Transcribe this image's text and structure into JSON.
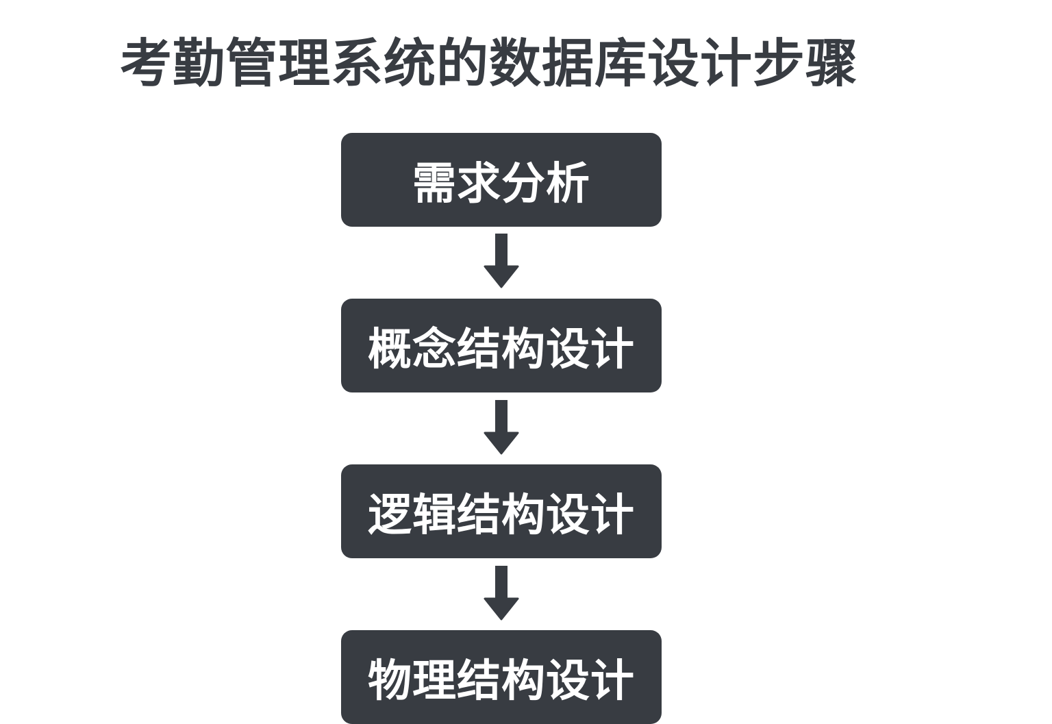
{
  "title": "考勤管理系统的数据库设计步骤",
  "colors": {
    "box_fill": "#383c42",
    "box_text": "#ffffff",
    "title_text": "#383c42",
    "arrow": "#383c42",
    "background": "#ffffff"
  },
  "steps": [
    {
      "label": "需求分析"
    },
    {
      "label": "概念结构设计"
    },
    {
      "label": "逻辑结构设计"
    },
    {
      "label": "物理结构设计"
    }
  ],
  "arrows": [
    {
      "icon": "arrow-down-icon"
    },
    {
      "icon": "arrow-down-icon"
    },
    {
      "icon": "arrow-down-icon"
    }
  ]
}
